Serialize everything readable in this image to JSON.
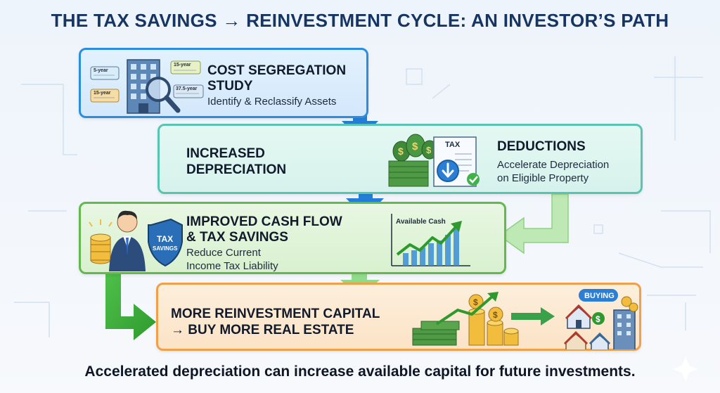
{
  "title": "THE TAX SAVINGS → REINVESTMENT CYCLE: AN INVESTOR’S PATH",
  "steps": {
    "cost_seg": {
      "heading_line1": "COST SEGREGATION",
      "heading_line2": "STUDY",
      "subtitle": "Identify & Reclassify Assets",
      "tags": [
        "5-year",
        "15-year",
        "15-year",
        "37.5-year"
      ]
    },
    "depreciation": {
      "heading_line1": "INCREASED",
      "heading_line2": "DEPRECIATION",
      "tax_label": "TAX"
    },
    "deductions": {
      "heading": "DEDUCTIONS",
      "subtitle_line1": "Accelerate Depreciation",
      "subtitle_line2": "on Eligible Property"
    },
    "cash_flow": {
      "heading_line1": "IMPROVED CASH FLOW",
      "heading_line2": "& TAX SAVINGS",
      "subtitle_line1": "Reduce Current",
      "subtitle_line2": "Income Tax Liability",
      "badge_line1": "TAX",
      "badge_line2": "SAVINGS",
      "chart_label": "Available Cash"
    },
    "reinvest": {
      "heading_line1": "MORE REINVESTMENT CAPITAL",
      "heading_line2": "→ BUY MORE REAL ESTATE",
      "buying_label": "BUYING"
    }
  },
  "footer": "Accelerated depreciation can increase available capital for future investments.",
  "colors": {
    "blue": "#2a8ee0",
    "teal": "#58c5b3",
    "green": "#63b84e",
    "orange": "#f0a048",
    "title": "#173563"
  }
}
